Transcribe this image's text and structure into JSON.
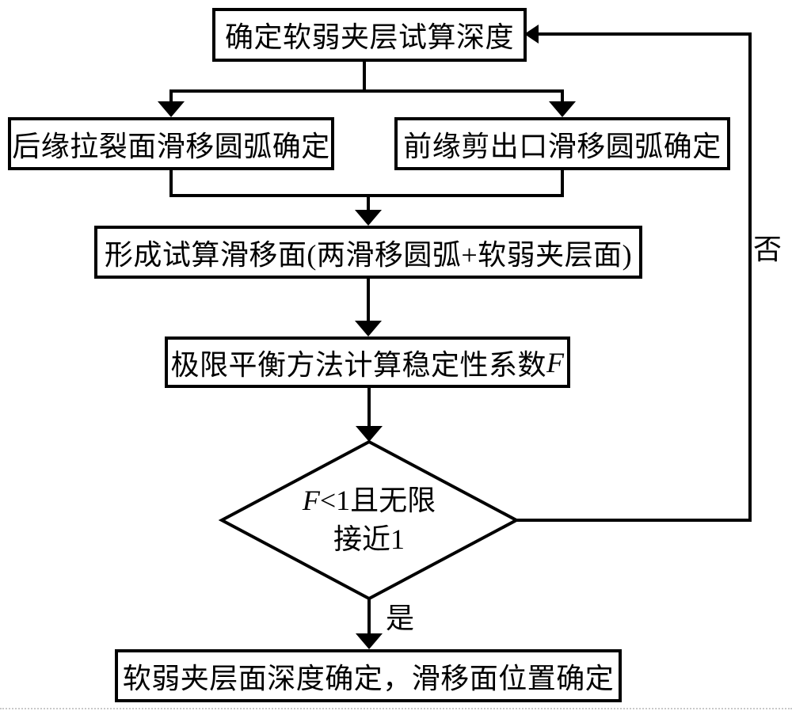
{
  "flowchart": {
    "boxes": {
      "determine_depth": "确定软弱夹层试算深度",
      "rear_arc": "后缘拉裂面滑移圆弧确定",
      "front_arc": "前缘剪出口滑移圆弧确定",
      "form_surface": "形成试算滑移面(两滑移圆弧+软弱夹层面)",
      "limit_equilibrium_prefix": "极限平衡方法计算稳定性系数",
      "factor_symbol": "F",
      "result": "软弱夹层面深度确定，滑移面位置确定"
    },
    "decision": {
      "symbol": "F",
      "line1_rest": "<1且无限",
      "line2": "接近1"
    },
    "edge_labels": {
      "yes": "是",
      "no": "否"
    },
    "colors": {
      "line": "#000000",
      "background": "#ffffff"
    }
  }
}
